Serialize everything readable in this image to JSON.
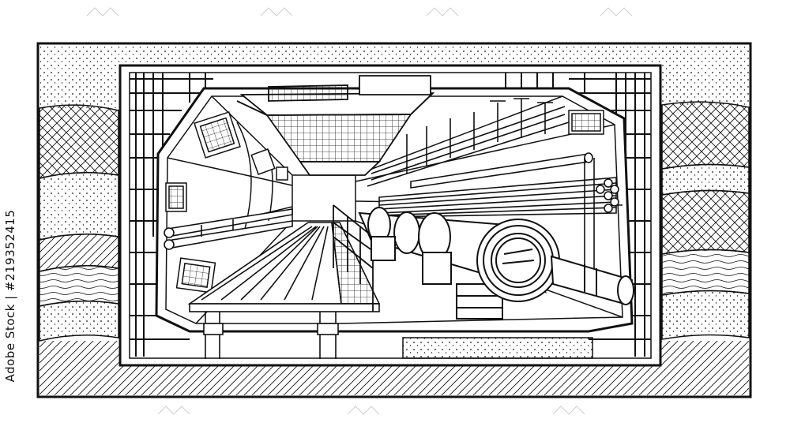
{
  "watermark": {
    "side_text": "Adobe Stock | #219352415",
    "repeated_mark": "adobe-stock-logo-pattern"
  },
  "colors": {
    "ink": "#111111",
    "paper": "#ffffff"
  },
  "illustration": {
    "icon": "tunnel-cross-section-line-art"
  }
}
